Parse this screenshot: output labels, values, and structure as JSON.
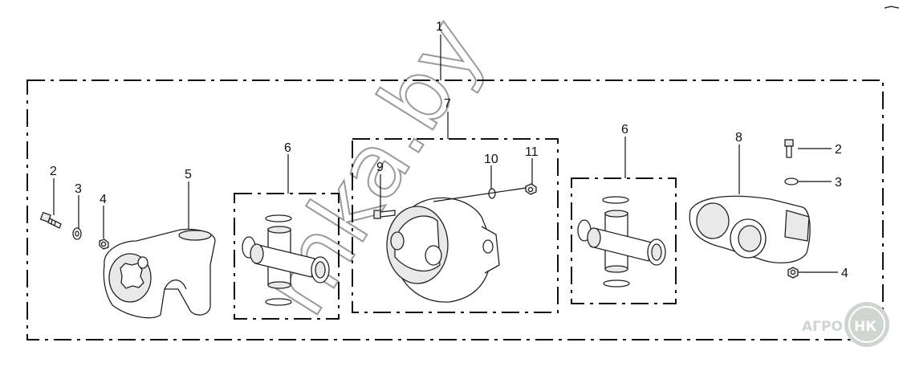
{
  "diagram": {
    "callouts": {
      "c1": "1",
      "c2_left": "2",
      "c3_left": "3",
      "c4_left": "4",
      "c5": "5",
      "c6_left": "6",
      "c7": "7",
      "c9": "9",
      "c10": "10",
      "c11": "11",
      "c6_right": "6",
      "c8": "8",
      "c2_right": "2",
      "c3_right": "3",
      "c4_right": "4"
    },
    "watermark": "mka.by",
    "logo": {
      "text_left": "АГРО",
      "text_right": "НК"
    }
  }
}
